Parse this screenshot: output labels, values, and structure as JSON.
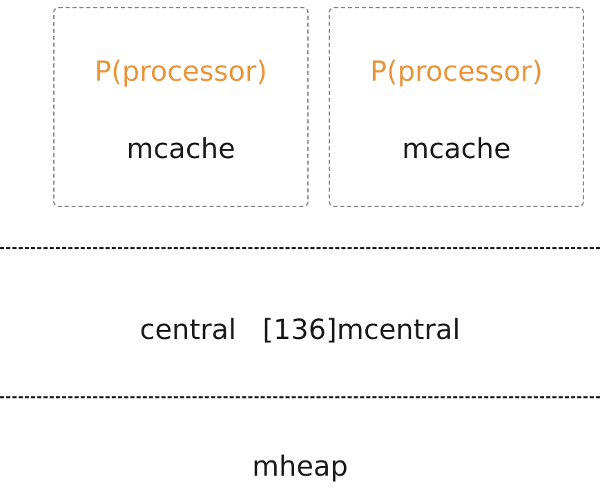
{
  "colors": {
    "processor_text": "#e8953b",
    "body_text": "#1a1a1a",
    "box_border": "#8c8c8c",
    "divider": "#222222"
  },
  "processors": [
    {
      "title": "P(processor)",
      "cache": "mcache"
    },
    {
      "title": "P(processor)",
      "cache": "mcache"
    }
  ],
  "central": {
    "label": "central   [136]mcentral"
  },
  "heap": {
    "label": "mheap"
  }
}
